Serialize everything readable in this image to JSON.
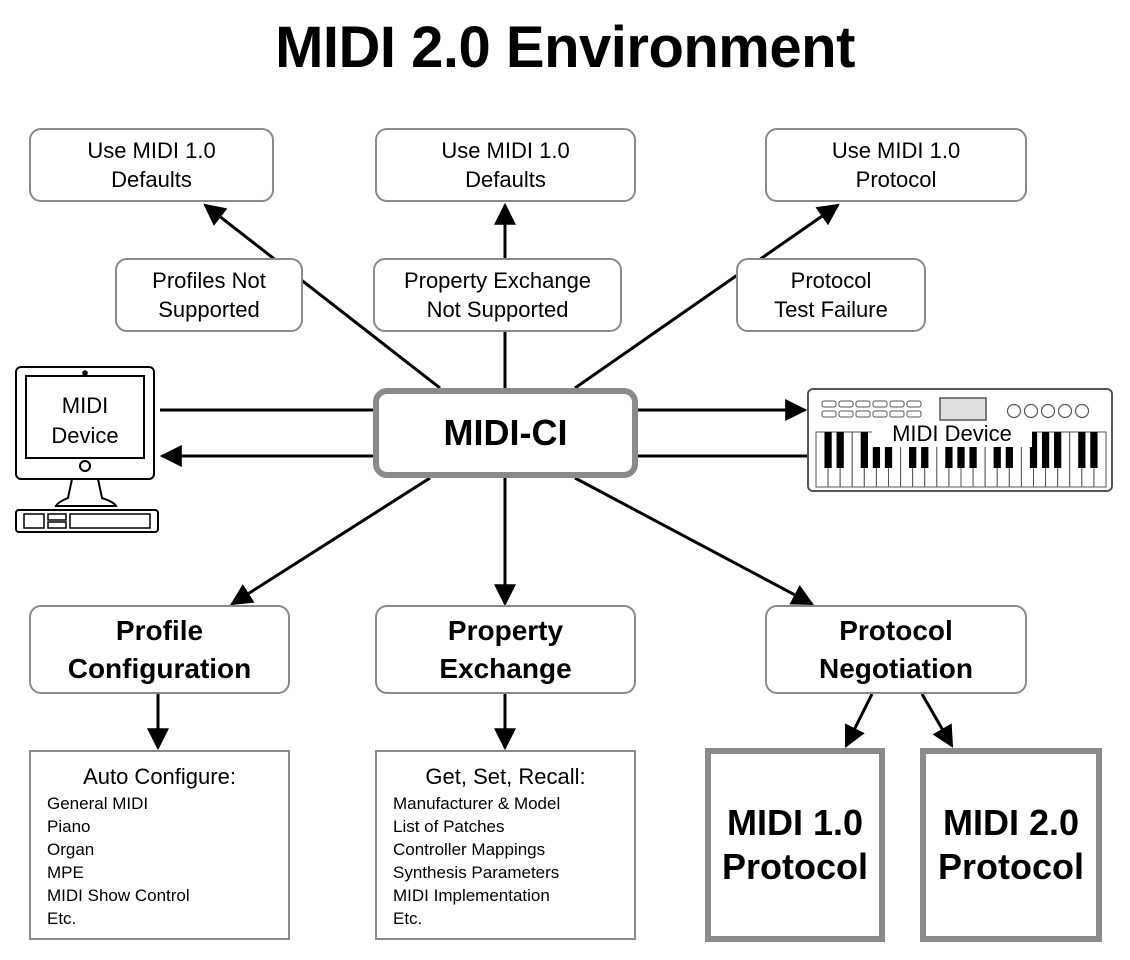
{
  "title": "MIDI 2.0 Environment",
  "center": {
    "label": "MIDI-CI"
  },
  "top_boxes": [
    {
      "line1": "Use MIDI 1.0",
      "line2": "Defaults"
    },
    {
      "line1": "Use MIDI 1.0",
      "line2": "Defaults"
    },
    {
      "line1": "Use MIDI 1.0",
      "line2": "Protocol"
    }
  ],
  "fallback_boxes": [
    {
      "line1": "Profiles Not",
      "line2": "Supported"
    },
    {
      "line1": "Property Exchange",
      "line2": "Not Supported"
    },
    {
      "line1": "Protocol",
      "line2": "Test Failure"
    }
  ],
  "devices": {
    "computer": {
      "line1": "MIDI",
      "line2": "Device"
    },
    "keyboard": {
      "label": "MIDI Device"
    }
  },
  "feature_boxes": [
    {
      "line1": "Profile",
      "line2": "Configuration"
    },
    {
      "line1": "Property",
      "line2": "Exchange"
    },
    {
      "line1": "Protocol",
      "line2": "Negotiation"
    }
  ],
  "lists": [
    {
      "heading": "Auto Configure:",
      "items": [
        "General MIDI",
        "Piano",
        "Organ",
        "MPE",
        "MIDI Show Control",
        "Etc."
      ]
    },
    {
      "heading": "Get, Set, Recall:",
      "items": [
        "Manufacturer & Model",
        "List of Patches",
        "Controller Mappings",
        "Synthesis Parameters",
        "MIDI Implementation",
        "Etc."
      ]
    }
  ],
  "protocol_boxes": [
    {
      "line1": "MIDI 1.0",
      "line2": "Protocol"
    },
    {
      "line1": "MIDI 2.0",
      "line2": "Protocol"
    }
  ],
  "colors": {
    "box_border": "#8a8a8a",
    "line": "#000000",
    "text": "#000000"
  }
}
